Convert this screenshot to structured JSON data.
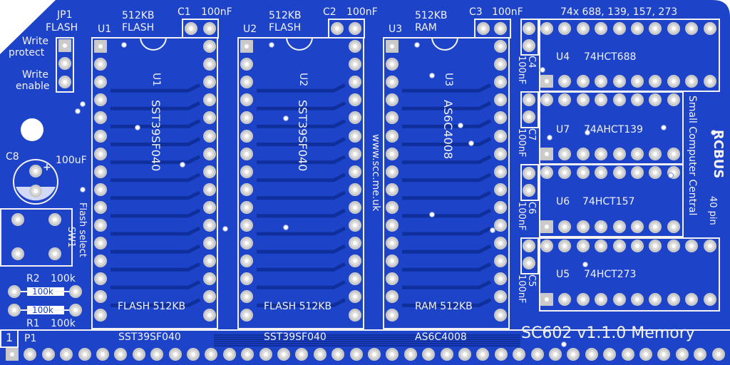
{
  "colors": {
    "board": "#1d44c8",
    "trace": "#0f2f9c",
    "silk": "#f2f2f2",
    "pad": "#d8d8d8"
  },
  "jp1": {
    "ref": "JP1",
    "label": "FLASH",
    "opt1": "Write protect",
    "opt1a": "Write",
    "opt1b": "protect",
    "opt2a": "Write",
    "opt2b": "enable"
  },
  "u1": {
    "ref": "U1",
    "top": "512KB",
    "top2": "FLASH",
    "part": "SST39SF040",
    "silk": "FLASH 512KB",
    "below": "SST39SF040"
  },
  "u2": {
    "ref": "U2",
    "top": "512KB",
    "top2": "FLASH",
    "part": "SST39SF040",
    "silk": "FLASH 512KB",
    "below": "SST39SF040"
  },
  "u3": {
    "ref": "U3",
    "top": "512KB",
    "top2": "RAM",
    "part": "AS6C4008",
    "silk": "RAM 512KB",
    "below": "AS6C4008"
  },
  "c1": {
    "ref": "C1",
    "val": "100nF"
  },
  "c2": {
    "ref": "C2",
    "val": "100nF"
  },
  "c3": {
    "ref": "C3",
    "val": "100nF"
  },
  "c4": {
    "ref": "C4",
    "val": "100nF"
  },
  "c5": {
    "ref": "C5",
    "val": "100nF"
  },
  "c6": {
    "ref": "C6",
    "val": "100nF"
  },
  "c7": {
    "ref": "C7",
    "val": "100nF"
  },
  "c8": {
    "ref": "C8",
    "val": "100uF"
  },
  "logic_header": "74x 688, 139, 157, 273",
  "u4": {
    "ref": "U4",
    "part": "74HCT688"
  },
  "u7": {
    "ref": "U7",
    "part": "74AHCT139"
  },
  "u6": {
    "ref": "U6",
    "part": "74HCT157"
  },
  "u5": {
    "ref": "U5",
    "part": "74HCT273"
  },
  "sw1": {
    "ref": "SW1",
    "label": "Flash select"
  },
  "r1": {
    "ref": "R1",
    "val": "100k",
    "body": "100k"
  },
  "r2": {
    "ref": "R2",
    "val": "100k",
    "body": "100k"
  },
  "website": "www.scc.me.uk",
  "brand": "Small Computer Central",
  "bus": "RCBUS",
  "bus_pins": "40 pin",
  "title": "SC602 v1.1.0 Memory",
  "p1": {
    "ref": "P1",
    "pin1": "1"
  }
}
